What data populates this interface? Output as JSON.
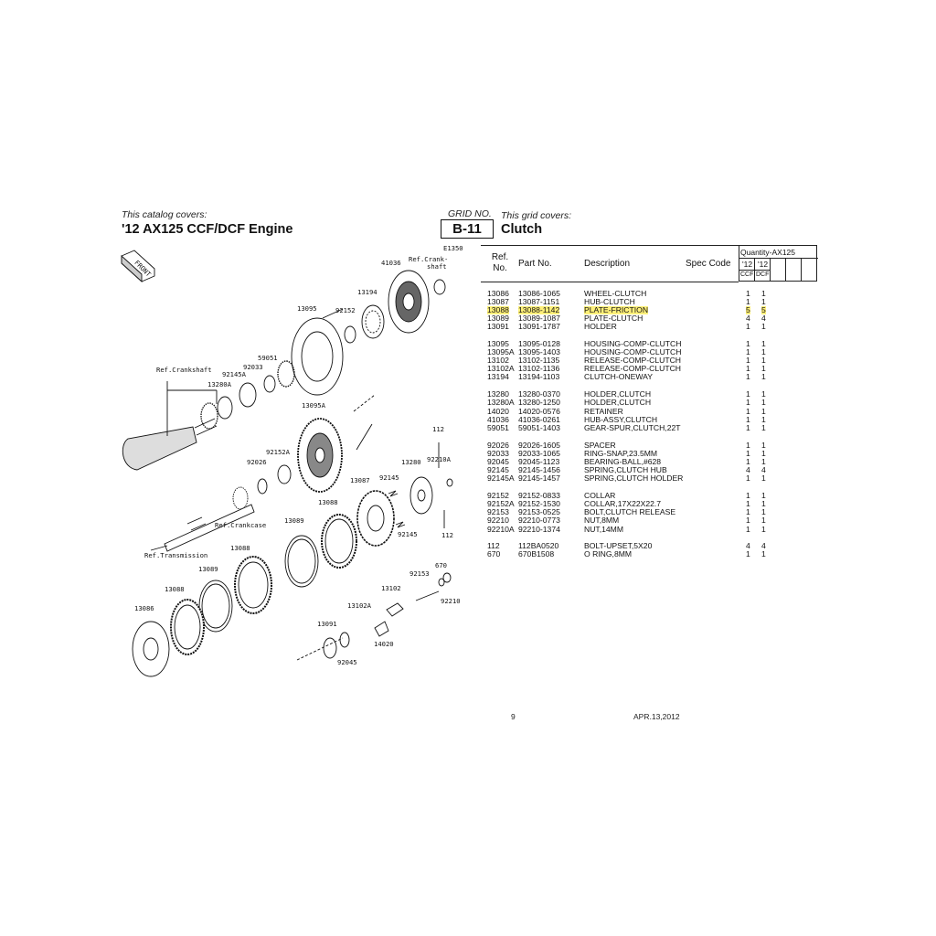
{
  "catalog": {
    "covers_label": "This catalog covers:",
    "title": "'12 AX125 CCF/DCF Engine"
  },
  "grid": {
    "label": "GRID NO.",
    "number": "B-11",
    "covers_label": "This grid covers:",
    "title": "Clutch"
  },
  "diagram": {
    "figure_code": "E1350",
    "front_label": "FRONT",
    "labels": [
      "41036",
      "Ref.Crank-",
      "shaft",
      "13194",
      "13095",
      "92152",
      "59051",
      "92033",
      "92145A",
      "Ref.Crankshaft",
      "13280A",
      "13095A",
      "112",
      "92152A",
      "92026",
      "13280",
      "92210A",
      "92145",
      "13087",
      "13088",
      "Ref.Crankcase",
      "13089",
      "92145",
      "112",
      "Ref.Transmission",
      "13088",
      "13089",
      "670",
      "92153",
      "13102",
      "13088",
      "92210",
      "13102A",
      "13086",
      "13091",
      "14020",
      "92045"
    ]
  },
  "table": {
    "headers": {
      "ref_no": "Ref. No.",
      "part_no": "Part No.",
      "description": "Description",
      "spec_code": "Spec Code",
      "quantity": "Quantity-AX125",
      "year1": "'12",
      "year2": "'12",
      "model1": "CCF",
      "model2": "DCF"
    },
    "groups": [
      [
        {
          "ref": "13086",
          "part": "13086-1065",
          "desc": "WHEEL-CLUTCH",
          "q1": "1",
          "q2": "1"
        },
        {
          "ref": "13087",
          "part": "13087-1151",
          "desc": "HUB-CLUTCH",
          "q1": "1",
          "q2": "1"
        },
        {
          "ref": "13088",
          "part": "13088-1142",
          "desc": "PLATE-FRICTION",
          "q1": "5",
          "q2": "5",
          "highlight": true
        },
        {
          "ref": "13089",
          "part": "13089-1087",
          "desc": "PLATE-CLUTCH",
          "q1": "4",
          "q2": "4"
        },
        {
          "ref": "13091",
          "part": "13091-1787",
          "desc": "HOLDER",
          "q1": "1",
          "q2": "1"
        }
      ],
      [
        {
          "ref": "13095",
          "part": "13095-0128",
          "desc": "HOUSING-COMP-CLUTCH",
          "q1": "1",
          "q2": "1"
        },
        {
          "ref": "13095A",
          "part": "13095-1403",
          "desc": "HOUSING-COMP-CLUTCH",
          "q1": "1",
          "q2": "1"
        },
        {
          "ref": "13102",
          "part": "13102-1135",
          "desc": "RELEASE-COMP-CLUTCH",
          "q1": "1",
          "q2": "1"
        },
        {
          "ref": "13102A",
          "part": "13102-1136",
          "desc": "RELEASE-COMP-CLUTCH",
          "q1": "1",
          "q2": "1"
        },
        {
          "ref": "13194",
          "part": "13194-1103",
          "desc": "CLUTCH-ONEWAY",
          "q1": "1",
          "q2": "1"
        }
      ],
      [
        {
          "ref": "13280",
          "part": "13280-0370",
          "desc": "HOLDER,CLUTCH",
          "q1": "1",
          "q2": "1"
        },
        {
          "ref": "13280A",
          "part": "13280-1250",
          "desc": "HOLDER,CLUTCH",
          "q1": "1",
          "q2": "1"
        },
        {
          "ref": "14020",
          "part": "14020-0576",
          "desc": "RETAINER",
          "q1": "1",
          "q2": "1"
        },
        {
          "ref": "41036",
          "part": "41036-0261",
          "desc": "HUB-ASSY,CLUTCH",
          "q1": "1",
          "q2": "1"
        },
        {
          "ref": "59051",
          "part": "59051-1403",
          "desc": "GEAR-SPUR,CLUTCH,22T",
          "q1": "1",
          "q2": "1"
        }
      ],
      [
        {
          "ref": "92026",
          "part": "92026-1605",
          "desc": "SPACER",
          "q1": "1",
          "q2": "1"
        },
        {
          "ref": "92033",
          "part": "92033-1065",
          "desc": "RING-SNAP,23.5MM",
          "q1": "1",
          "q2": "1"
        },
        {
          "ref": "92045",
          "part": "92045-1123",
          "desc": "BEARING-BALL,#628",
          "q1": "1",
          "q2": "1"
        },
        {
          "ref": "92145",
          "part": "92145-1456",
          "desc": "SPRING,CLUTCH HUB",
          "q1": "4",
          "q2": "4"
        },
        {
          "ref": "92145A",
          "part": "92145-1457",
          "desc": "SPRING,CLUTCH HOLDER",
          "q1": "1",
          "q2": "1"
        }
      ],
      [
        {
          "ref": "92152",
          "part": "92152-0833",
          "desc": "COLLAR",
          "q1": "1",
          "q2": "1"
        },
        {
          "ref": "92152A",
          "part": "92152-1530",
          "desc": "COLLAR,17X22X22.7",
          "q1": "1",
          "q2": "1"
        },
        {
          "ref": "92153",
          "part": "92153-0525",
          "desc": "BOLT,CLUTCH RELEASE",
          "q1": "1",
          "q2": "1"
        },
        {
          "ref": "92210",
          "part": "92210-0773",
          "desc": "NUT,8MM",
          "q1": "1",
          "q2": "1"
        },
        {
          "ref": "92210A",
          "part": "92210-1374",
          "desc": "NUT,14MM",
          "q1": "1",
          "q2": "1"
        }
      ],
      [
        {
          "ref": "112",
          "part": "112BA0520",
          "desc": "BOLT-UPSET,5X20",
          "q1": "4",
          "q2": "4"
        },
        {
          "ref": "670",
          "part": "670B1508",
          "desc": "O RING,8MM",
          "q1": "1",
          "q2": "1"
        }
      ]
    ]
  },
  "footer": {
    "page": "9",
    "date": "APR.13,2012"
  }
}
